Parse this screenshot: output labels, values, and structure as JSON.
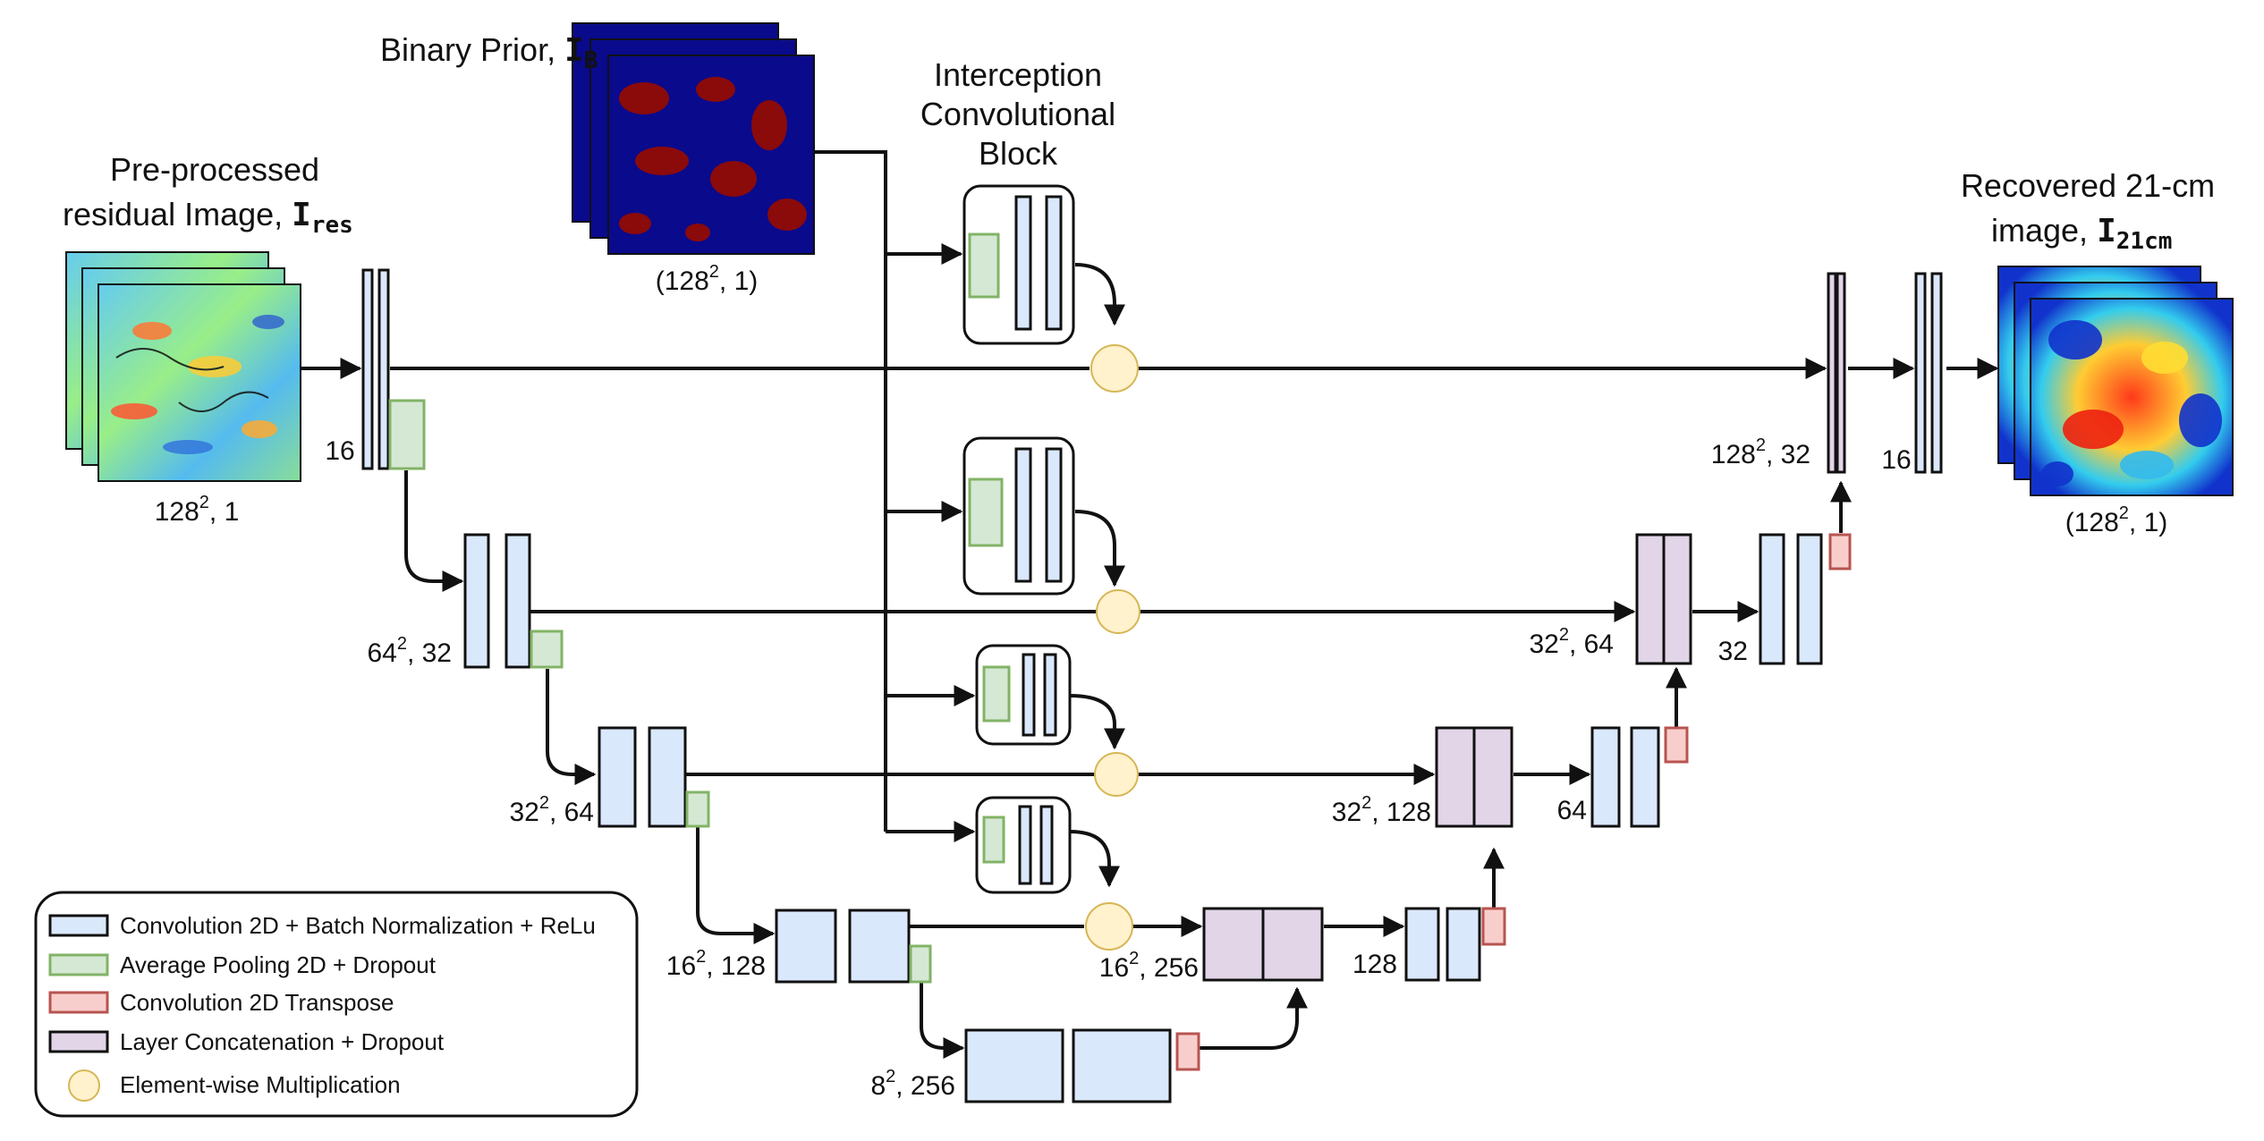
{
  "titles": {
    "input_line1": "Pre-processed",
    "input_line2": "residual Image,",
    "input_symbol": "I",
    "input_sub": "res",
    "prior_text": "Binary Prior,",
    "prior_symbol": "I",
    "prior_sub": "B",
    "block_line1": "Interception",
    "block_line2": "Convolutional",
    "block_line3": "Block",
    "output_line1": "Recovered 21-cm",
    "output_line2": "image,",
    "output_symbol": "I",
    "output_sub": "21cm"
  },
  "shape_labels": {
    "input": {
      "base": "128",
      "exp": "2",
      "tail": ", 1"
    },
    "prior": {
      "base": "(128",
      "exp": "2",
      "tail": ", 1)"
    },
    "output": {
      "base": "(128",
      "exp": "2",
      "tail": ", 1)"
    },
    "enc1": {
      "text": "16"
    },
    "enc2": {
      "base": "64",
      "exp": "2",
      "tail": ", 32"
    },
    "enc3": {
      "base": "32",
      "exp": "2",
      "tail": ", 64"
    },
    "enc4": {
      "base": "16",
      "exp": "2",
      "tail": ", 128"
    },
    "bottleneck": {
      "base": "8",
      "exp": "2",
      "tail": ", 256"
    },
    "concat4": {
      "base": "16",
      "exp": "2",
      "tail": ", 256"
    },
    "dec4": {
      "text": "128"
    },
    "concat3": {
      "base": "32",
      "exp": "2",
      "tail": ", 128"
    },
    "dec3": {
      "text": "64"
    },
    "concat2": {
      "base": "32",
      "exp": "2",
      "tail": ", 64"
    },
    "dec2": {
      "text": "32"
    },
    "concat1": {
      "base": "128",
      "exp": "2",
      "tail": ", 32"
    },
    "final": {
      "text": "16"
    }
  },
  "legend": {
    "items": [
      {
        "label": "Convolution 2D + Batch Normalization + ReLu"
      },
      {
        "label": "Average Pooling 2D + Dropout"
      },
      {
        "label": "Convolution 2D Transpose"
      },
      {
        "label": "Layer Concatenation + Dropout"
      },
      {
        "label": "Element-wise Multiplication"
      }
    ]
  },
  "colors": {
    "conv": "#dae8fc",
    "pool": "#d5e8d4",
    "transpose": "#f8cecc",
    "concat": "#e1d5e7",
    "multiply": "#fff2cc",
    "prior_background": "#0a0a8c",
    "prior_regions": "#8b0a0a"
  }
}
